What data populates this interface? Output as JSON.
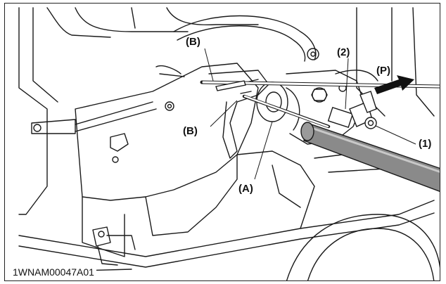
{
  "labels": {
    "b_top": "(B)",
    "b_mid": "(B)",
    "a": "(A)",
    "two": "(2)",
    "one": "(1)",
    "p": "(P)"
  },
  "figure_code": "1WNAM00047A01"
}
